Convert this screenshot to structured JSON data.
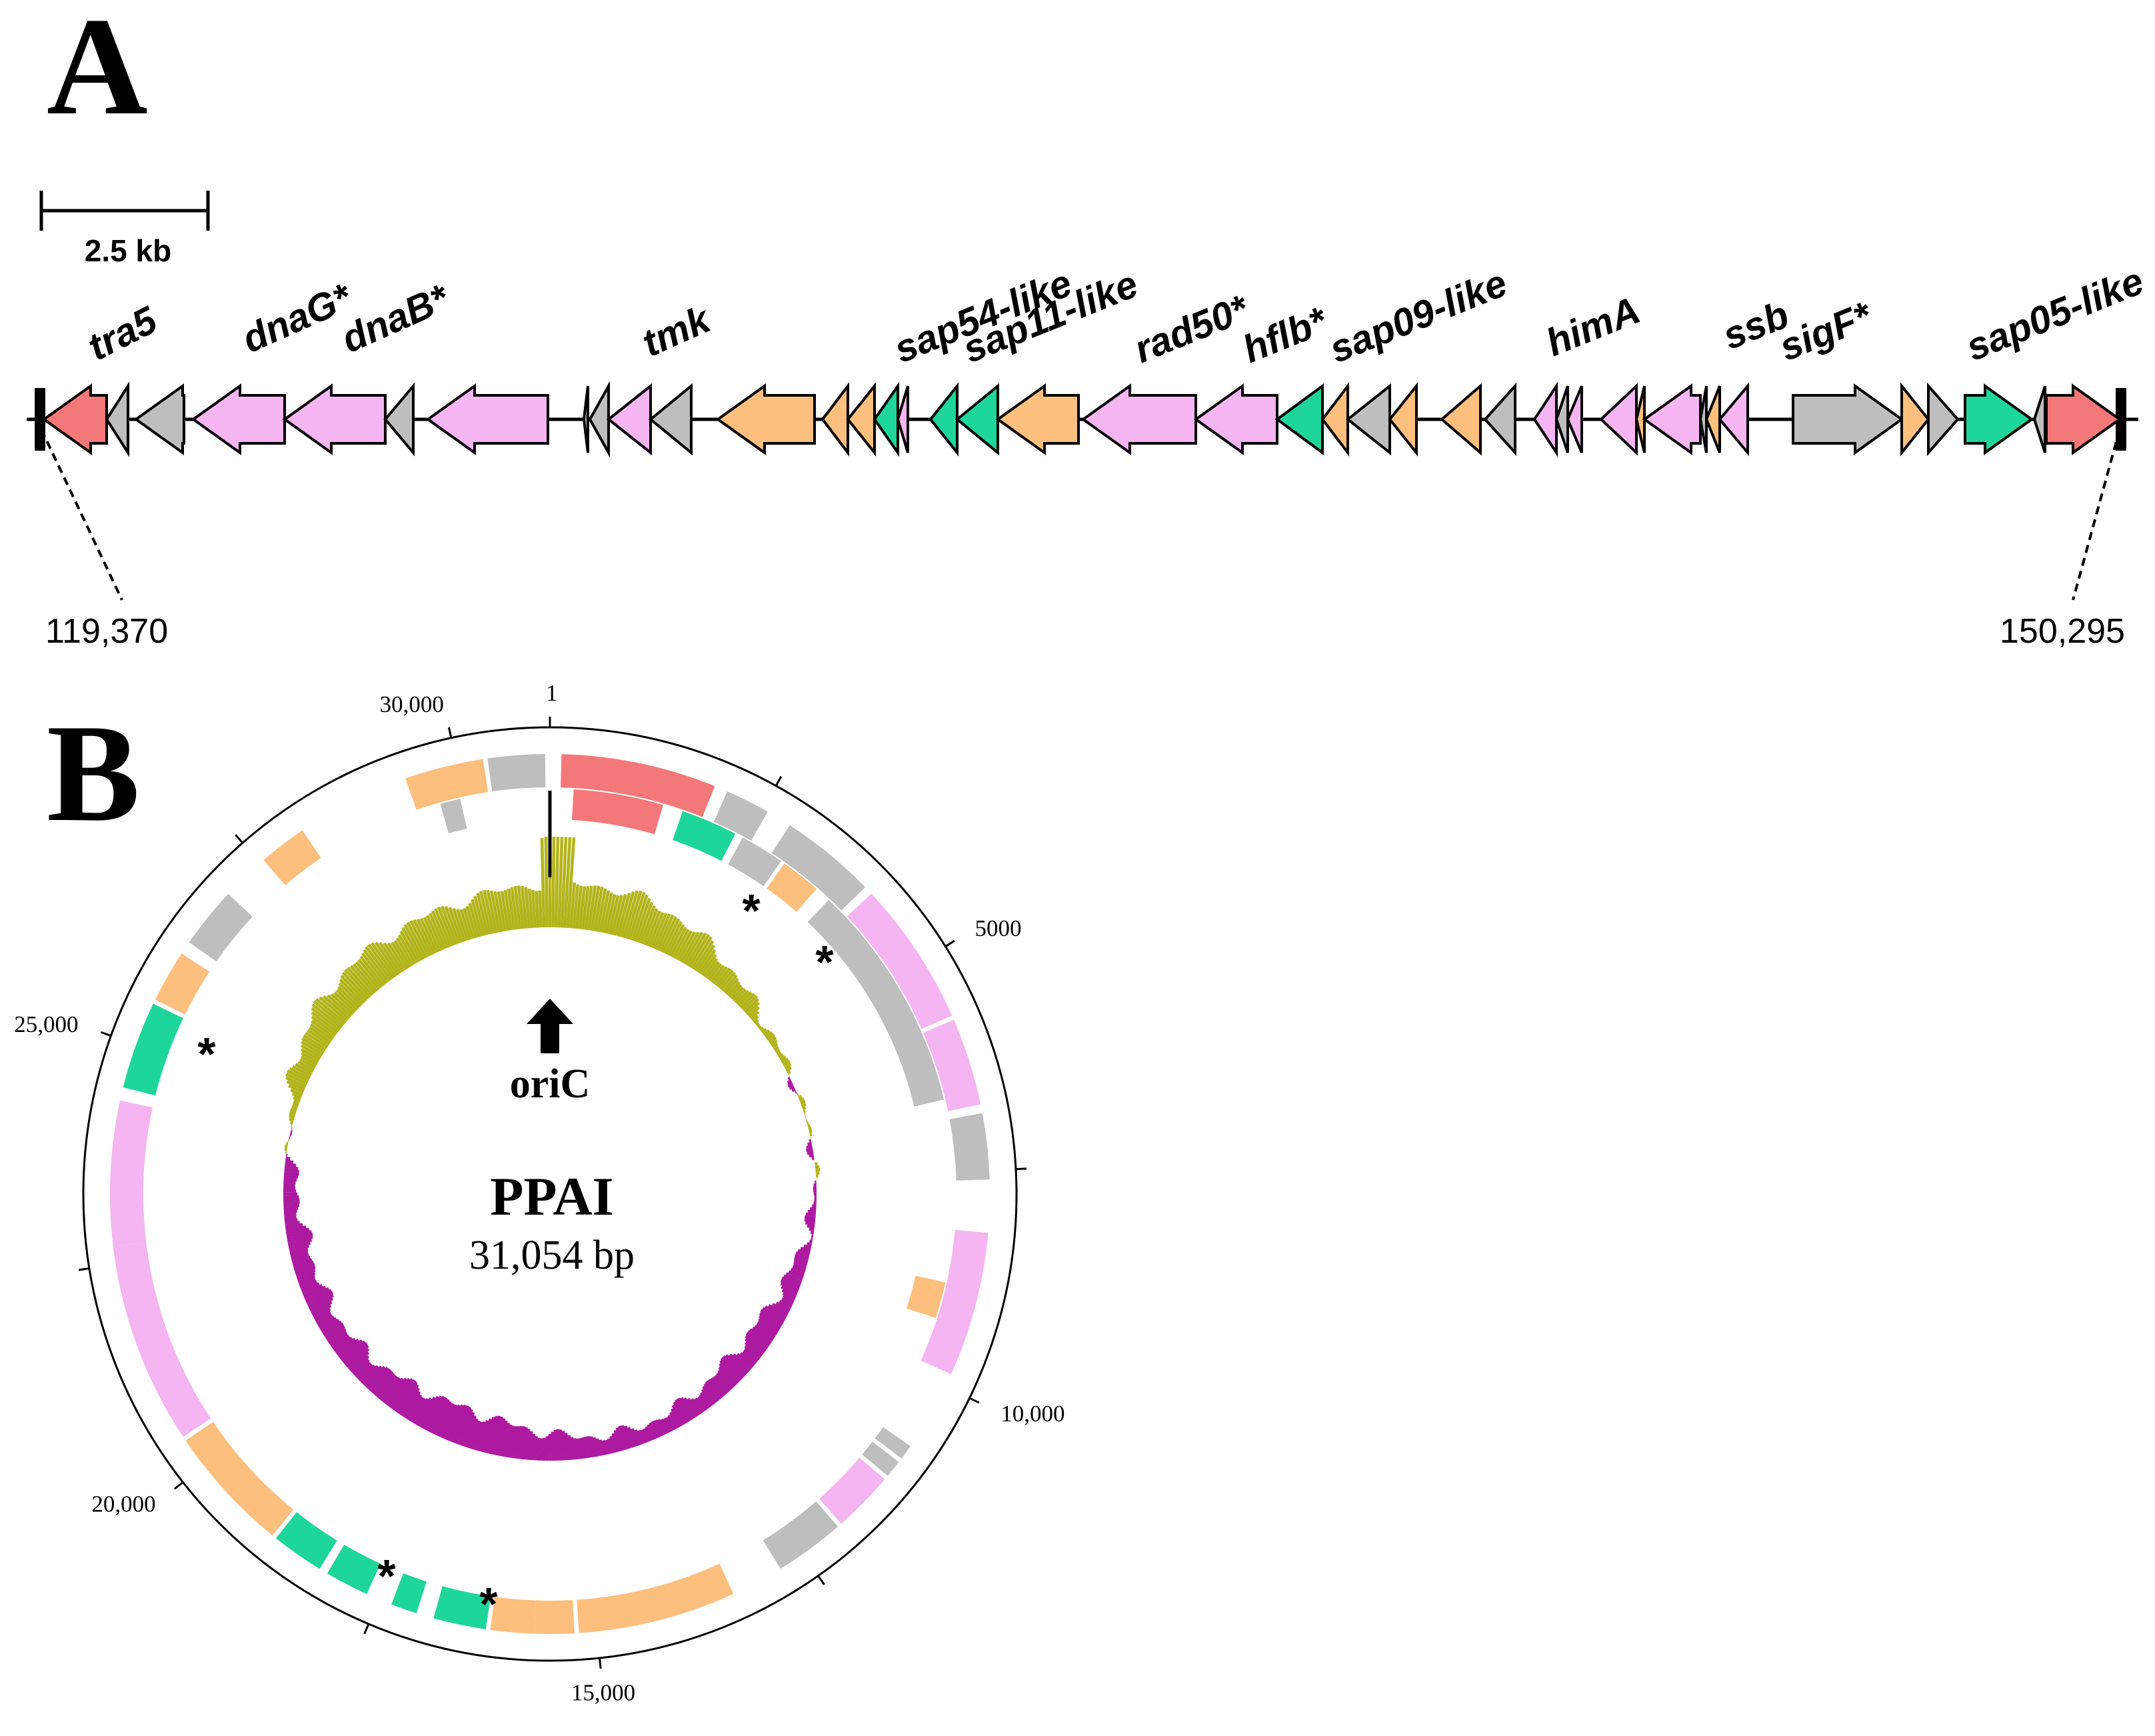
{
  "colors": {
    "red": "#f4787a",
    "gray": "#bebebe",
    "pink": "#f5b5f1",
    "orange": "#fdbf7e",
    "green": "#1fd69a",
    "gc_pos": "#b3b41c",
    "gc_neg": "#ad1aa0"
  },
  "panel_a": {
    "label": "A",
    "scale_bar": "2.5 kb",
    "start_coord": "119,370",
    "end_coord": "150,295",
    "gene_labels": [
      "tra5",
      "dnaG*",
      "dnaB*",
      "tmk",
      "sap54-like",
      "sap11-like",
      "rad50*",
      "hflb*",
      "sap09-like",
      "himA",
      "ssb",
      "sigF*",
      "sap05-like"
    ],
    "genes": [
      {
        "dir": -1,
        "color": "red"
      },
      {
        "dir": -1,
        "color": "gray"
      },
      {
        "dir": -1,
        "color": "gray"
      },
      {
        "dir": -1,
        "color": "pink"
      },
      {
        "dir": -1,
        "color": "pink"
      },
      {
        "dir": -1,
        "color": "gray"
      },
      {
        "dir": -1,
        "color": "pink"
      },
      {
        "dir": -1,
        "color": "gray"
      },
      {
        "dir": -1,
        "color": "gray"
      },
      {
        "dir": -1,
        "color": "pink"
      },
      {
        "dir": -1,
        "color": "gray"
      },
      {
        "dir": -1,
        "color": "orange"
      },
      {
        "dir": -1,
        "color": "orange"
      },
      {
        "dir": -1,
        "color": "orange"
      },
      {
        "dir": -1,
        "color": "green"
      },
      {
        "dir": -1,
        "color": "pink"
      },
      {
        "dir": -1,
        "color": "green"
      },
      {
        "dir": -1,
        "color": "green"
      },
      {
        "dir": -1,
        "color": "orange"
      },
      {
        "dir": -1,
        "color": "pink"
      },
      {
        "dir": -1,
        "color": "pink"
      },
      {
        "dir": -1,
        "color": "green"
      },
      {
        "dir": -1,
        "color": "orange"
      },
      {
        "dir": -1,
        "color": "gray"
      },
      {
        "dir": -1,
        "color": "orange"
      },
      {
        "dir": -1,
        "color": "orange"
      },
      {
        "dir": -1,
        "color": "gray"
      },
      {
        "dir": -1,
        "color": "pink"
      },
      {
        "dir": -1,
        "color": "gray"
      },
      {
        "dir": -1,
        "color": "pink"
      },
      {
        "dir": -1,
        "color": "pink"
      },
      {
        "dir": -1,
        "color": "orange"
      },
      {
        "dir": -1,
        "color": "pink"
      },
      {
        "dir": -1,
        "color": "gray"
      },
      {
        "dir": -1,
        "color": "orange"
      },
      {
        "dir": -1,
        "color": "pink"
      },
      {
        "dir": 1,
        "color": "gray"
      },
      {
        "dir": 1,
        "color": "orange"
      },
      {
        "dir": 1,
        "color": "gray"
      },
      {
        "dir": 1,
        "color": "green"
      },
      {
        "dir": -1,
        "color": "gray"
      },
      {
        "dir": 1,
        "color": "red"
      }
    ]
  },
  "panel_b": {
    "label": "B",
    "title": "PPAI",
    "size": "31,054 bp",
    "ori_label": "oriC",
    "genome_length": 31054,
    "tick_labels": [
      {
        "pos": 1,
        "text": "1"
      },
      {
        "pos": 5000,
        "text": "5000"
      },
      {
        "pos": 10000,
        "text": "10,000"
      },
      {
        "pos": 15000,
        "text": "15,000"
      },
      {
        "pos": 20000,
        "text": "20,000"
      },
      {
        "pos": 25000,
        "text": "25,000"
      },
      {
        "pos": 30000,
        "text": "30,000"
      }
    ],
    "asterisk": "*",
    "outer_genes": [
      {
        "start": 130,
        "end": 1900,
        "color": "red"
      },
      {
        "start": 2050,
        "end": 2560,
        "color": "gray"
      },
      {
        "start": 2850,
        "end": 3950,
        "color": "gray"
      },
      {
        "start": 4050,
        "end": 5700,
        "color": "pink"
      },
      {
        "start": 5750,
        "end": 6750,
        "color": "pink"
      },
      {
        "start": 6850,
        "end": 7600,
        "color": "gray"
      },
      {
        "start": 8200,
        "end": 9850,
        "color": "pink"
      },
      {
        "start": 10780,
        "end": 10950,
        "color": "gray"
      },
      {
        "start": 11000,
        "end": 11200,
        "color": "gray"
      },
      {
        "start": 11250,
        "end": 11950,
        "color": "pink"
      },
      {
        "start": 12000,
        "end": 12800,
        "color": "gray"
      },
      {
        "start": 13400,
        "end": 15200,
        "color": "orange"
      },
      {
        "start": 15250,
        "end": 15700,
        "color": "orange"
      },
      {
        "start": 15700,
        "end": 16200,
        "color": "orange"
      },
      {
        "start": 16250,
        "end": 16850,
        "color": "green"
      },
      {
        "start": 17050,
        "end": 17350,
        "color": "green"
      },
      {
        "start": 17650,
        "end": 18150,
        "color": "green"
      },
      {
        "start": 18250,
        "end": 18850,
        "color": "green"
      },
      {
        "start": 18900,
        "end": 20350,
        "color": "orange"
      },
      {
        "start": 20400,
        "end": 22700,
        "color": "pink"
      },
      {
        "start": 22700,
        "end": 24350,
        "color": "pink"
      },
      {
        "start": 24500,
        "end": 25500,
        "color": "green"
      },
      {
        "start": 25550,
        "end": 26150,
        "color": "orange"
      },
      {
        "start": 26300,
        "end": 27000,
        "color": "gray"
      },
      {
        "start": 27550,
        "end": 28100,
        "color": "orange"
      },
      {
        "start": 29400,
        "end": 30300,
        "color": "orange"
      },
      {
        "start": 30350,
        "end": 31000,
        "color": "gray"
      }
    ],
    "inner_genes": [
      {
        "start": 290,
        "end": 1400,
        "color": "red"
      },
      {
        "start": 1650,
        "end": 2350,
        "color": "green"
      },
      {
        "start": 2450,
        "end": 3000,
        "color": "gray"
      },
      {
        "start": 3050,
        "end": 3550,
        "color": "orange"
      },
      {
        "start": 3750,
        "end": 6600,
        "color": "gray"
      },
      {
        "start": 8850,
        "end": 9300,
        "color": "orange"
      },
      {
        "start": 29700,
        "end": 29950,
        "color": "gray"
      }
    ]
  }
}
